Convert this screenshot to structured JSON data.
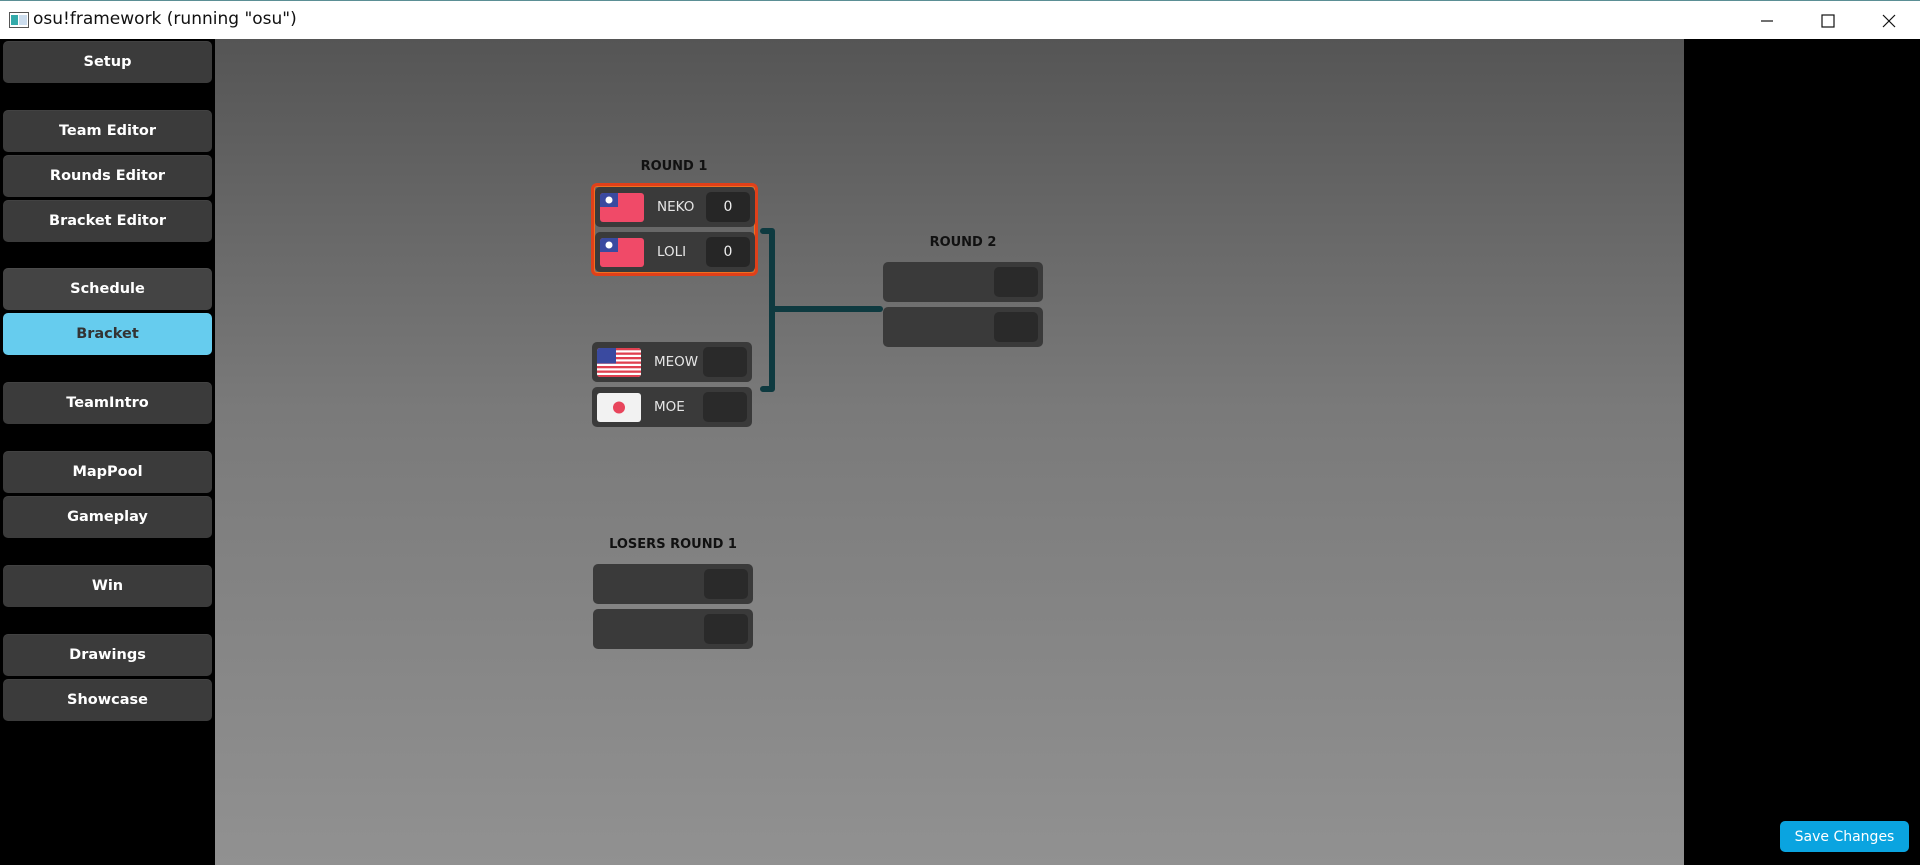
{
  "window": {
    "title": "osu!framework (running \"osu\")"
  },
  "sidebar": {
    "items": [
      {
        "label": "Setup"
      },
      {
        "label": "Team Editor"
      },
      {
        "label": "Rounds Editor"
      },
      {
        "label": "Bracket Editor"
      },
      {
        "label": "Schedule"
      },
      {
        "label": "Bracket"
      },
      {
        "label": "TeamIntro"
      },
      {
        "label": "MapPool"
      },
      {
        "label": "Gameplay"
      },
      {
        "label": "Win"
      },
      {
        "label": "Drawings"
      },
      {
        "label": "Showcase"
      }
    ],
    "active": "Bracket"
  },
  "bracket": {
    "round1": {
      "title": "ROUND 1",
      "match1": {
        "team1": {
          "acronym": "NEKO",
          "score": "0",
          "flag": "taiwan-flag-icon"
        },
        "team2": {
          "acronym": "LOLI",
          "score": "0",
          "flag": "taiwan-flag-icon"
        }
      },
      "match2": {
        "team1": {
          "acronym": "MEOW",
          "score": "",
          "flag": "usa-flag-icon"
        },
        "team2": {
          "acronym": "MOE",
          "score": "",
          "flag": "japan-flag-icon"
        }
      }
    },
    "round2": {
      "title": "ROUND 2"
    },
    "losers_round1": {
      "title": "LOSERS ROUND 1"
    }
  },
  "actions": {
    "save_label": "Save Changes"
  },
  "colors": {
    "active_tab": "#66ccee",
    "selected_match": "#e0401a",
    "connector": "#0e3a40",
    "save_button": "#0aa4e0"
  }
}
